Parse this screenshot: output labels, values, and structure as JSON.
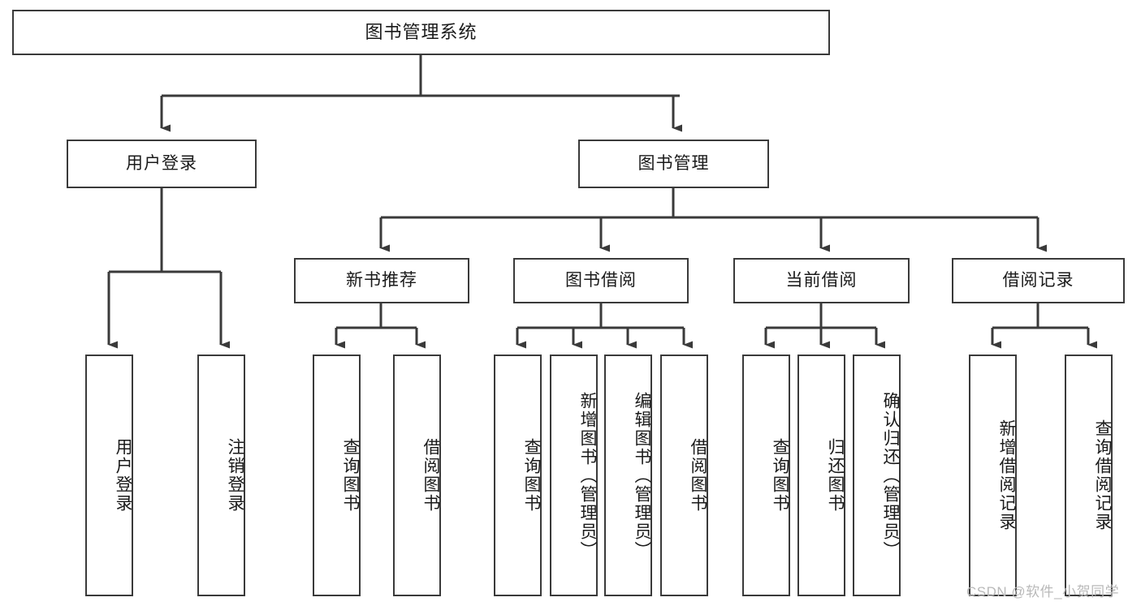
{
  "diagram": {
    "title": "图书管理系统",
    "type": "tree",
    "root": {
      "label": "图书管理系统"
    },
    "level2": [
      {
        "label": "用户登录"
      },
      {
        "label": "图书管理"
      }
    ],
    "level3": [
      {
        "label": "新书推荐"
      },
      {
        "label": "图书借阅"
      },
      {
        "label": "当前借阅"
      },
      {
        "label": "借阅记录"
      }
    ],
    "leaves": [
      {
        "label": "用户登录"
      },
      {
        "label": "注销登录"
      },
      {
        "label": "查询图书"
      },
      {
        "label": "借阅图书"
      },
      {
        "label": "查询图书"
      },
      {
        "label": "新增图书（管理员）"
      },
      {
        "label": "编辑图书（管理员）"
      },
      {
        "label": "借阅图书"
      },
      {
        "label": "查询图书"
      },
      {
        "label": "归还图书"
      },
      {
        "label": "确认归还（管理员）"
      },
      {
        "label": "新增借阅记录"
      },
      {
        "label": "查询借阅记录"
      }
    ]
  },
  "watermark": {
    "text": "CSDN @软件_小贺同学"
  },
  "colors": {
    "stroke": "#3a3a3a",
    "text": "#1a1a1a",
    "background": "#ffffff",
    "watermark": "#b9b9b9"
  }
}
